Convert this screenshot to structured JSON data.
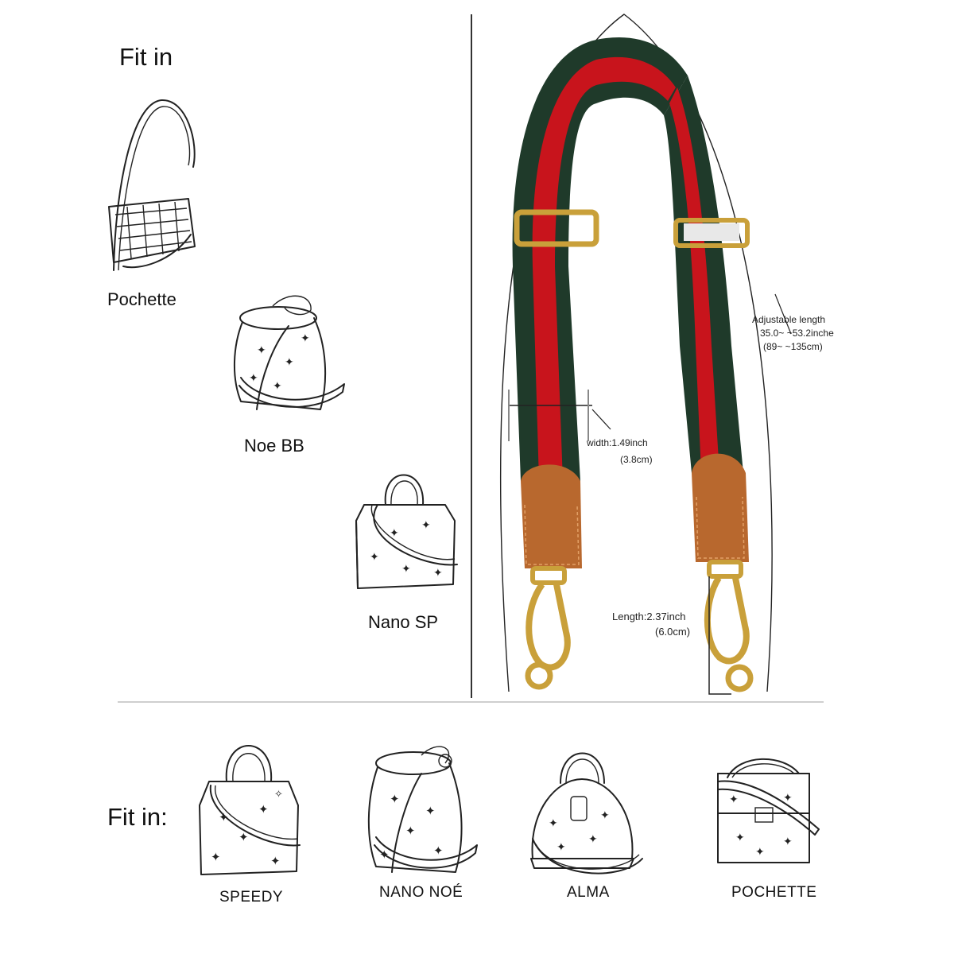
{
  "top_section": {
    "title": "Fit in",
    "bags": [
      {
        "label": "Pochette",
        "icon": "pochette-bag-icon"
      },
      {
        "label": "Noe BB",
        "icon": "bucket-bag-icon"
      },
      {
        "label": "Nano SP",
        "icon": "speedy-bag-icon"
      }
    ]
  },
  "strap": {
    "colors": {
      "green": "#1f3a2a",
      "red": "#c8141c",
      "leather": "#b8682e",
      "hardware": "#c9a03a"
    },
    "adjustable_length": {
      "line1": "Adjustable length",
      "line2": "35.0~ ~53.2inche",
      "line3": "(89~ ~135cm)"
    },
    "width": {
      "line1": "width:1.49inch",
      "line2": "(3.8cm)"
    },
    "hook_length": {
      "line1": "Length:2.37inch",
      "line2": "(6.0cm)"
    }
  },
  "bottom_section": {
    "title": "Fit in:",
    "bags": [
      {
        "label": "SPEEDY",
        "icon": "speedy-bag-icon"
      },
      {
        "label": "NANO NOÉ",
        "icon": "bucket-bag-icon"
      },
      {
        "label": "ALMA",
        "icon": "alma-bag-icon"
      },
      {
        "label": "POCHETTE",
        "icon": "pochette-metis-bag-icon"
      }
    ]
  }
}
